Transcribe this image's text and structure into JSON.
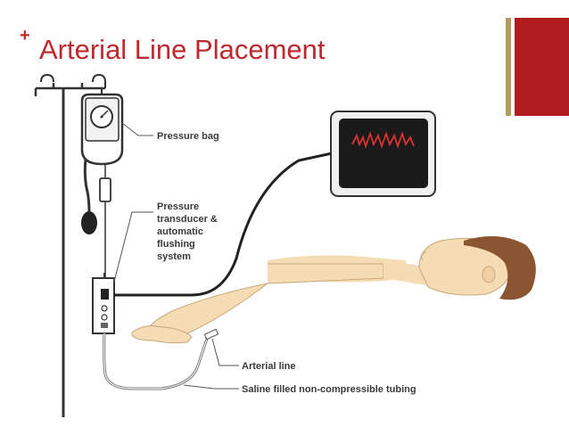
{
  "slide": {
    "bullet": "+",
    "title": "Arterial Line Placement"
  },
  "labels": {
    "pressure_bag": "Pressure bag",
    "transducer_lines": [
      "Pressure",
      "transducer &",
      "automatic",
      "flushing",
      "system"
    ],
    "arterial_line": "Arterial line",
    "tubing": "Saline filled non-compressible tubing"
  },
  "colors": {
    "title": "#c0282d",
    "accent_red": "#b01c20",
    "accent_gold": "#b49a5c",
    "skin": "#f6dcb4",
    "hair": "#8a5530",
    "waveform": "#e0322c"
  }
}
